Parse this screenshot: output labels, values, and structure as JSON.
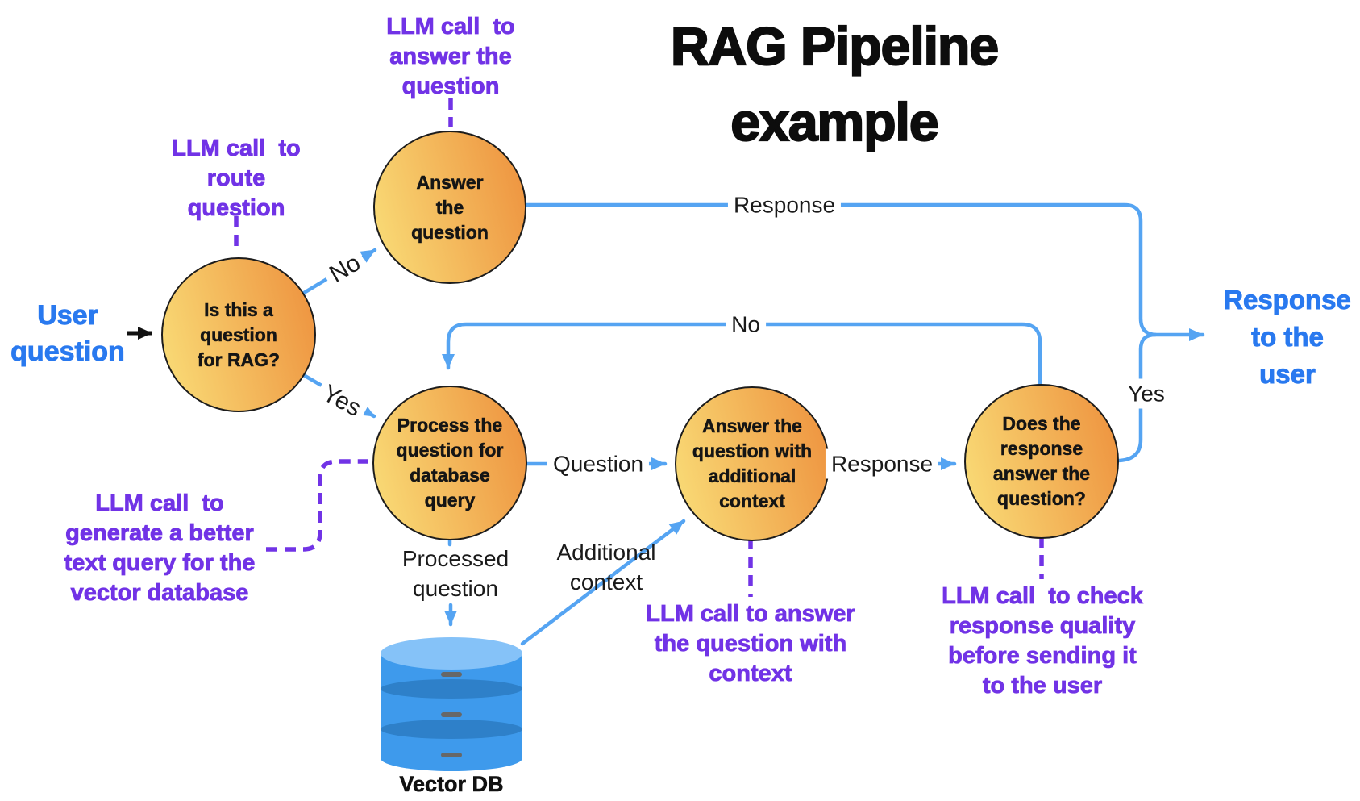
{
  "title": {
    "text": "RAG Pipeline\nexample"
  },
  "labels": {
    "user_question": "User\nquestion",
    "response_to_user": "Response\nto the\nuser"
  },
  "nodes": {
    "route": {
      "label": "Is this a\nquestion\nfor RAG?"
    },
    "answer": {
      "label": "Answer\nthe\nquestion"
    },
    "process": {
      "label": "Process the\nquestion for\ndatabase\nquery"
    },
    "answer_context": {
      "label": "Answer the\nquestion with\nadditional\ncontext"
    },
    "check": {
      "label": "Does the\nresponse\nanswer the\nquestion?"
    }
  },
  "edge_labels": {
    "no_top": "No",
    "yes_bottom": "Yes",
    "response_top": "Response",
    "no_loop": "No",
    "question": "Question",
    "response_mid": "Response",
    "yes_right": "Yes",
    "processed_question": "Processed\nquestion",
    "additional_context": "Additional\ncontext"
  },
  "annotations": {
    "answer_llm": "LLM call  to\nanswer the\nquestion",
    "route_llm": "LLM call  to\nroute\nquestion",
    "query_llm": "LLM call  to\ngenerate a better\ntext query for the\nvector database",
    "context_llm": "LLM call to answer\nthe question with\ncontext",
    "check_llm": "LLM call  to check\nresponse quality\nbefore sending it\nto the user"
  },
  "database": {
    "label": "Vector DB"
  },
  "colors": {
    "blue_line": "#55A4F2",
    "blue_text": "#2979EF",
    "purple": "#7133E6",
    "node_gradient_start": "#F9DB76",
    "node_gradient_end": "#EE9440",
    "db_body": "#3E9AEC",
    "db_band": "#2E80C9",
    "db_top": "#85C2F8",
    "db_dash": "#676767",
    "text_black": "#141414"
  }
}
